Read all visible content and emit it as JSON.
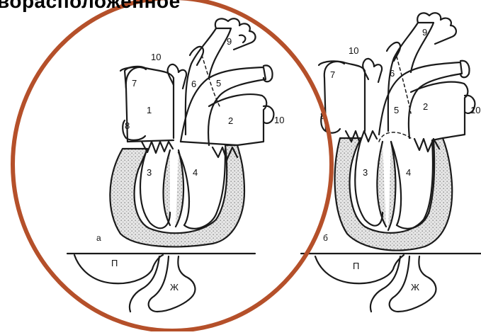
{
  "title": "ворасположенное",
  "panels": [
    {
      "letter": "а",
      "labels": {
        "n1": "1",
        "n2": "2",
        "n3": "3",
        "n4": "4",
        "n5": "5",
        "n6": "6",
        "n7": "7",
        "n8": "8",
        "n9": "9",
        "n10a": "10",
        "n10b": "10"
      },
      "below": {
        "p": "П",
        "zh": "Ж"
      }
    },
    {
      "letter": "б",
      "labels": {
        "n2": "2",
        "n3": "3",
        "n4": "4",
        "n5": "5",
        "n6": "6",
        "n7": "7",
        "n8": "8",
        "n9": "9",
        "n10a": "10",
        "n10b": "10"
      },
      "below": {
        "p": "П",
        "zh": "Ж"
      }
    }
  ],
  "colors": {
    "highlight_ellipse": "#b5502a",
    "line": "#1a1a1a",
    "stipple": "#c8c8c8"
  }
}
